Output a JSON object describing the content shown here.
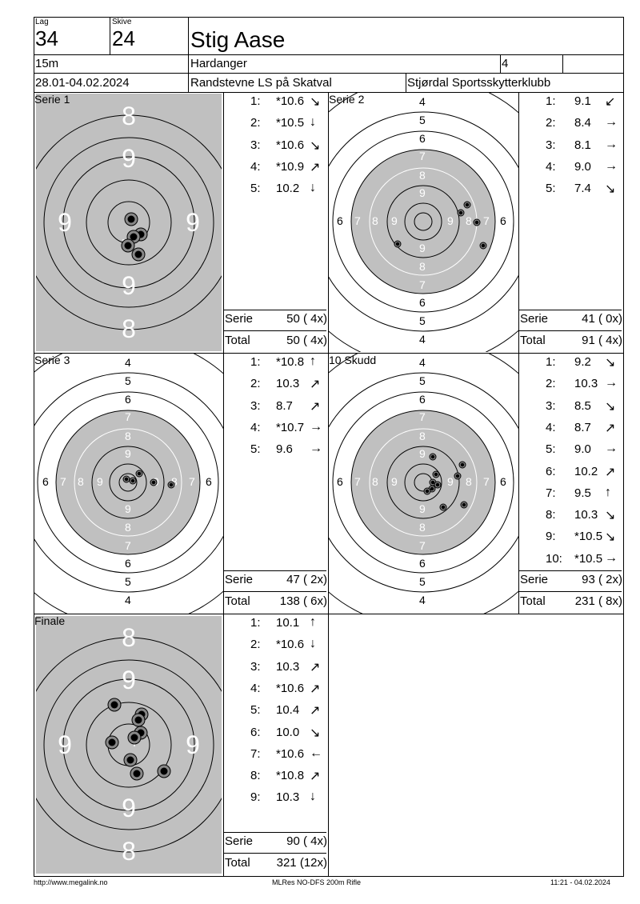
{
  "header": {
    "lag_label": "Lag",
    "lag_value": "34",
    "skive_label": "Skive",
    "skive_value": "24",
    "shooter_name": "Stig Aase",
    "distance": "15m",
    "club_region": "Hardanger",
    "class_value": "4",
    "date_range": "28.01-04.02.2024",
    "event_name": "Randstevne LS på Skatval",
    "organizer": "Stjørdal Sportsskytterklubb"
  },
  "panels": [
    {
      "title": "Serie 1",
      "shots": [
        {
          "n": "1:",
          "v": "*10.6",
          "arrow": "↘"
        },
        {
          "n": "2:",
          "v": "*10.5",
          "arrow": "↓"
        },
        {
          "n": "3:",
          "v": "*10.6",
          "arrow": "↘"
        },
        {
          "n": "4:",
          "v": "*10.9",
          "arrow": "↗"
        },
        {
          "n": "5:",
          "v": "10.2",
          "arrow": "↓"
        }
      ],
      "serie_label": "Serie",
      "serie_value": "50 ( 4x)",
      "total_label": "Total",
      "total_value": "50 ( 4x)"
    },
    {
      "title": "Serie 2",
      "shots": [
        {
          "n": "1:",
          "v": "9.1",
          "arrow": "↙"
        },
        {
          "n": "2:",
          "v": "8.4",
          "arrow": "→"
        },
        {
          "n": "3:",
          "v": "8.1",
          "arrow": "→"
        },
        {
          "n": "4:",
          "v": "9.0",
          "arrow": "→"
        },
        {
          "n": "5:",
          "v": "7.4",
          "arrow": "↘"
        }
      ],
      "serie_label": "Serie",
      "serie_value": "41 ( 0x)",
      "total_label": "Total",
      "total_value": "91 ( 4x)"
    },
    {
      "title": "Serie 3",
      "shots": [
        {
          "n": "1:",
          "v": "*10.8",
          "arrow": "↑"
        },
        {
          "n": "2:",
          "v": "10.3",
          "arrow": "↗"
        },
        {
          "n": "3:",
          "v": "8.7",
          "arrow": "↗"
        },
        {
          "n": "4:",
          "v": "*10.7",
          "arrow": "→"
        },
        {
          "n": "5:",
          "v": "9.6",
          "arrow": "→"
        }
      ],
      "serie_label": "Serie",
      "serie_value": "47 ( 2x)",
      "total_label": "Total",
      "total_value": "138 ( 6x)"
    },
    {
      "title": "10 Skudd",
      "shots": [
        {
          "n": "1:",
          "v": "9.2",
          "arrow": "↘"
        },
        {
          "n": "2:",
          "v": "10.3",
          "arrow": "→"
        },
        {
          "n": "3:",
          "v": "8.5",
          "arrow": "↘"
        },
        {
          "n": "4:",
          "v": "8.7",
          "arrow": "↗"
        },
        {
          "n": "5:",
          "v": "9.0",
          "arrow": "→"
        },
        {
          "n": "6:",
          "v": "10.2",
          "arrow": "↗"
        },
        {
          "n": "7:",
          "v": "9.5",
          "arrow": "↑"
        },
        {
          "n": "8:",
          "v": "10.3",
          "arrow": "↘"
        },
        {
          "n": "9:",
          "v": "*10.5",
          "arrow": "↘"
        },
        {
          "n": "10:",
          "v": "*10.5",
          "arrow": "→"
        }
      ],
      "serie_label": "Serie",
      "serie_value": "93 ( 2x)",
      "total_label": "Total",
      "total_value": "231 ( 8x)"
    },
    {
      "title": "Finale",
      "shots": [
        {
          "n": "1:",
          "v": "10.1",
          "arrow": "↑"
        },
        {
          "n": "2:",
          "v": "*10.6",
          "arrow": "↓"
        },
        {
          "n": "3:",
          "v": "10.3",
          "arrow": "↗"
        },
        {
          "n": "4:",
          "v": "*10.6",
          "arrow": "↗"
        },
        {
          "n": "5:",
          "v": "10.4",
          "arrow": "↗"
        },
        {
          "n": "6:",
          "v": "10.0",
          "arrow": "↘"
        },
        {
          "n": "7:",
          "v": "*10.6",
          "arrow": "←"
        },
        {
          "n": "8:",
          "v": "*10.8",
          "arrow": "↗"
        },
        {
          "n": "9:",
          "v": "10.3",
          "arrow": "↓"
        }
      ],
      "serie_label": "Serie",
      "serie_value": "90 ( 4x)",
      "total_label": "Total",
      "total_value": "321 (12x)"
    }
  ],
  "zoom_target": {
    "labels": {
      "top": "8",
      "top2": "9",
      "left": "9",
      "right": "9",
      "bottom2": "9",
      "bottom": "8"
    }
  },
  "full_target": {
    "vertical_labels": [
      "4",
      "5",
      "6",
      "7",
      "8",
      "9",
      "9",
      "8",
      "7",
      "6",
      "5",
      "4"
    ],
    "horizontal_labels": [
      "6",
      "7",
      "8",
      "9",
      "9",
      "8",
      "7",
      "6"
    ]
  },
  "colors": {
    "target_fill": "#c0c0c0",
    "ring": "#000000",
    "background": "#ffffff"
  },
  "footer": {
    "url": "http://www.megalink.no",
    "software": "MLRes NO-DFS 200m Rifle",
    "timestamp": "11:21 - 04.02.2024"
  }
}
